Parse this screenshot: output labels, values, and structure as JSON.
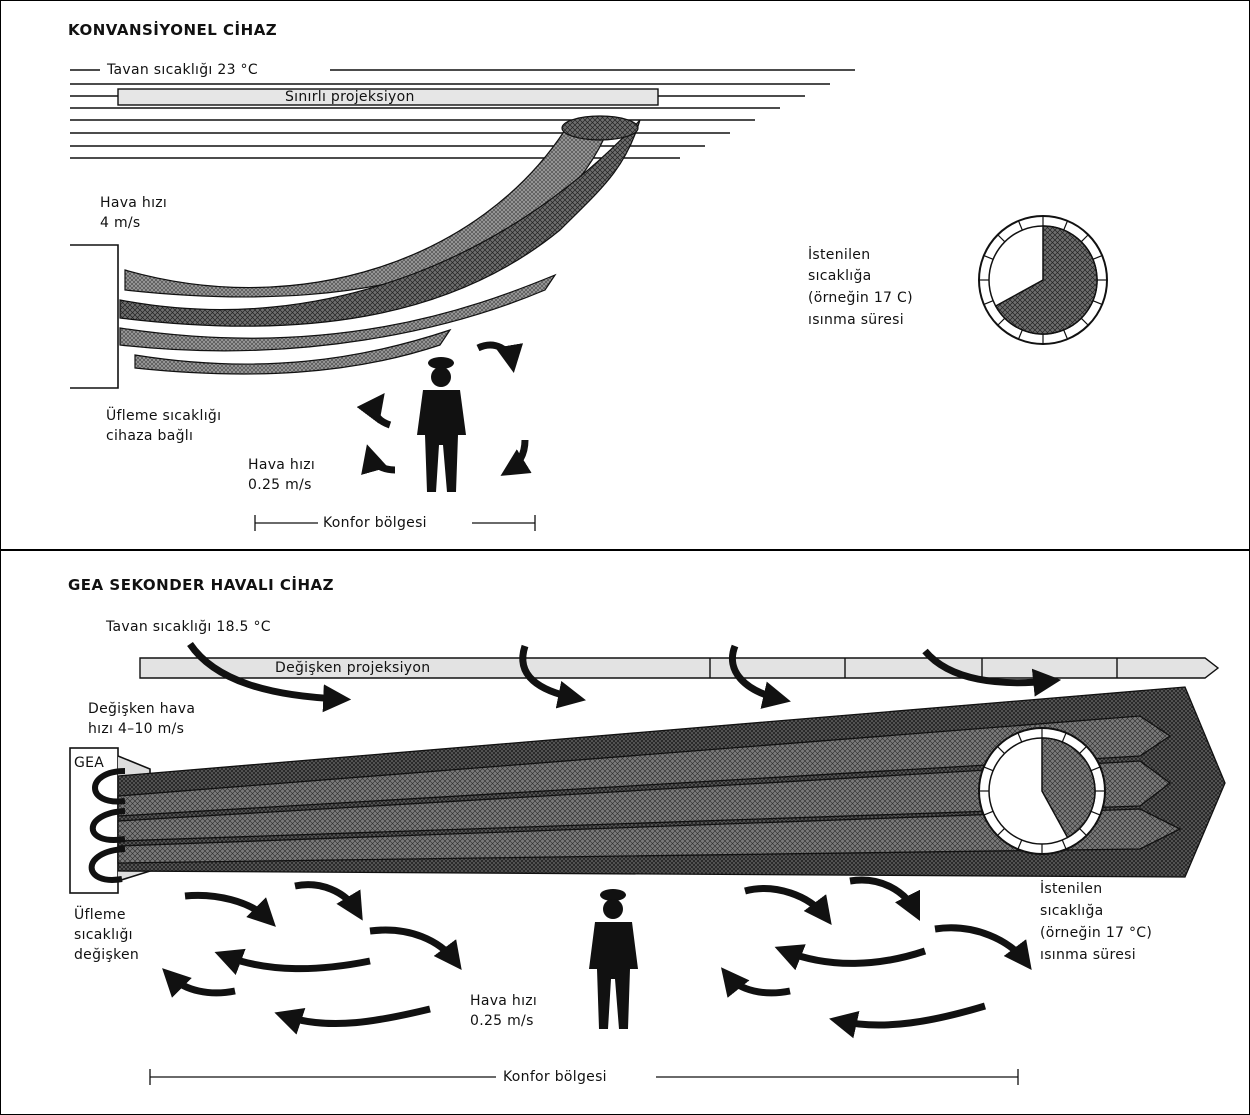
{
  "conventional": {
    "title": "KONVANSİYONEL CİHAZ",
    "ceiling_temp": "Tavan sıcaklığı 23 °C",
    "projection": "Sınırlı projeksiyon",
    "air_speed_label": "Hava hızı",
    "air_speed_value": "4 m/s",
    "outlet_temp_line1": "Üfleme sıcaklığı",
    "outlet_temp_line2": "cihaza bağlı",
    "zone_air_speed_label": "Hava hızı",
    "zone_air_speed_value": "0.25 m/s",
    "comfort_zone": "Konfor bölgesi",
    "heatup_line1": "İstenilen",
    "heatup_line2": "sıcaklığa",
    "heatup_line3": "(örneğin 17 C)",
    "heatup_line4": "ısınma süresi",
    "heatup_fraction": 0.67
  },
  "gea": {
    "title": "GEA SEKONDER HAVALI CİHAZ",
    "ceiling_temp": "Tavan sıcaklığı 18.5 °C",
    "projection": "Değişken projeksiyon",
    "air_speed_line1": "Değişken hava",
    "air_speed_line2": "hızı 4–10 m/s",
    "device_label": "GEA",
    "outlet_temp_line1": "Üfleme",
    "outlet_temp_line2": "sıcaklığı",
    "outlet_temp_line3": "değişken",
    "zone_air_speed_label": "Hava hızı",
    "zone_air_speed_value": "0.25 m/s",
    "comfort_zone": "Konfor bölgesi",
    "heatup_line1": "İstenilen",
    "heatup_line2": "sıcaklığa",
    "heatup_line3": "(örneğin 17 °C)",
    "heatup_line4": "ısınma süresi",
    "heatup_fraction": 0.42
  },
  "colors": {
    "ink": "#111111",
    "hatch": "#7a7a7a",
    "bar": "#d9d9d9"
  }
}
